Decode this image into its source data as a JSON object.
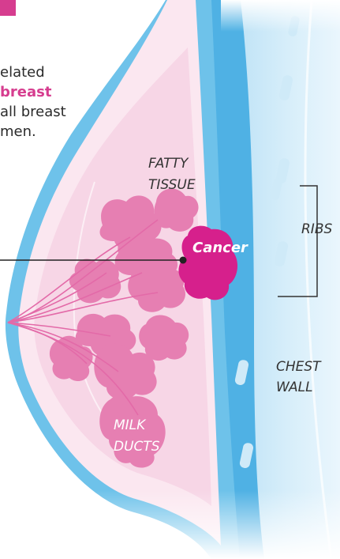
{
  "intro": {
    "line1": "elated",
    "line2_emph": "breast",
    "line3": "all breast",
    "line4": "men."
  },
  "labels": {
    "fatty_tissue": [
      "FATTY",
      "TISSUE"
    ],
    "cancer": "Cancer",
    "ribs": "RIBS",
    "chest_wall": [
      "CHEST",
      "WALL"
    ],
    "milk_ducts": [
      "MILK",
      "DUCTS"
    ]
  },
  "colors": {
    "accent_pink": "#d63d8f",
    "lobule_pink": "#e67fb2",
    "tissue_light": "#f7d6e6",
    "tissue_outer": "#fbe7f0",
    "skin_blue": "#6ec2ea",
    "muscle_blue": "#4fb1e4",
    "chest_light": "#cde9f8",
    "cancer_magenta": "#d6208c"
  }
}
